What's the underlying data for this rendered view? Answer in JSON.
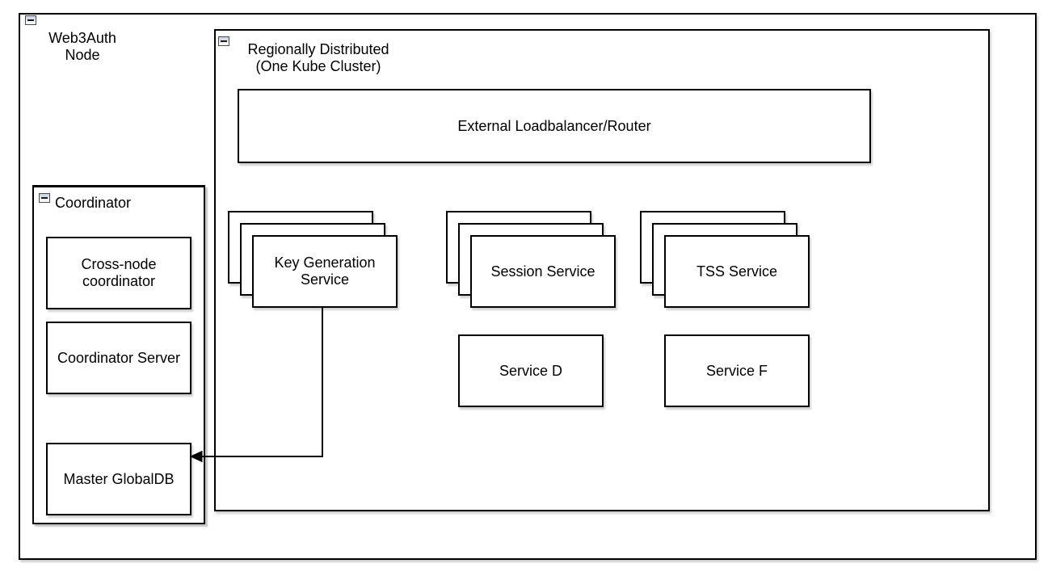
{
  "canvas": {
    "background": "#ffffff",
    "stroke_color": "#000000",
    "shape_fill": "#ffffff",
    "collapse_button_fill": "#d3d9e6"
  },
  "icons": {
    "collapse": "minus"
  },
  "groups": {
    "web3auth_node": {
      "label_lines": [
        "Web3Auth",
        "Node"
      ]
    },
    "region": {
      "label_lines": [
        "Regionally Distributed",
        "(One Kube Cluster)"
      ]
    },
    "coordinator": {
      "label": "Coordinator"
    }
  },
  "nodes": {
    "loadbalancer": {
      "label": "External Loadbalancer/Router"
    },
    "stacks": [
      {
        "label_lines": [
          "Key Generation",
          "Service"
        ],
        "replicas_shown": 3
      },
      {
        "label_lines": [
          "Session Service"
        ],
        "replicas_shown": 3
      },
      {
        "label_lines": [
          "TSS Service"
        ],
        "replicas_shown": 3
      }
    ],
    "services": [
      {
        "label": "Service D"
      },
      {
        "label": "Service F"
      }
    ],
    "coordinator_children": [
      {
        "label_lines": [
          "Cross-node",
          "coordinator"
        ]
      },
      {
        "label_lines": [
          "Coordinator Server"
        ]
      },
      {
        "label_lines": [
          "Master GlobalDB"
        ]
      }
    ]
  },
  "edges": [
    {
      "from": "Key Generation Service",
      "to": "Master GlobalDB",
      "style": "orthogonal",
      "arrowhead": "filled-left"
    }
  ]
}
